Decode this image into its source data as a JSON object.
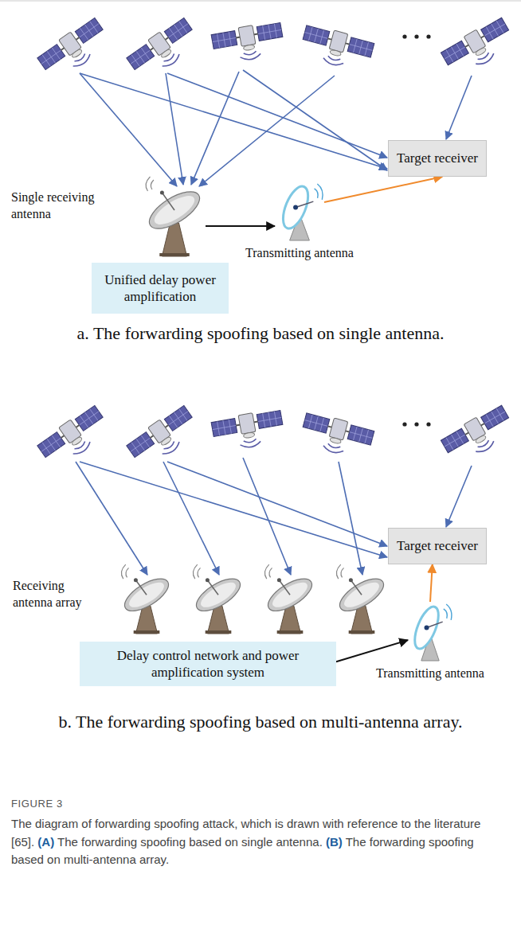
{
  "diagram": {
    "caption": "The diagram of forwarding spoofing attack, which is drawn with reference to the literature [65]. (A) The forwarding spoofing based on single antenna. (B) The forwarding spoofing based on multi-antenna array.",
    "nodes": [
      {
        "text": [
          "Target receiver"
        ]
      },
      {
        "text": [
          "Single receiving antenna"
        ]
      },
      {
        "text": [
          "Transmitting antenna"
        ]
      },
      {
        "text": [
          "Unified delay power amplification"
        ]
      },
      {
        "text": [
          "Target receiver"
        ]
      },
      {
        "text": [
          "Receiving antenna array"
        ]
      },
      {
        "text": [
          "Delay control network and power amplification system"
        ]
      },
      {
        "text": [
          "Transmitting antenna"
        ]
      }
    ],
    "edges": [
      {
        "from": 1,
        "to": 2,
        "arrow": "to"
      },
      {
        "from": 2,
        "to": 0,
        "arrow": "to"
      },
      {
        "from": 6,
        "to": 7,
        "arrow": "to"
      },
      {
        "from": 7,
        "to": 4,
        "arrow": "to"
      }
    ],
    "labels": [
      "a. The forwarding spoofing based on single antenna.",
      "b. The forwarding spoofing based on multi-antenna array.",
      "FIGURE 3"
    ]
  }
}
